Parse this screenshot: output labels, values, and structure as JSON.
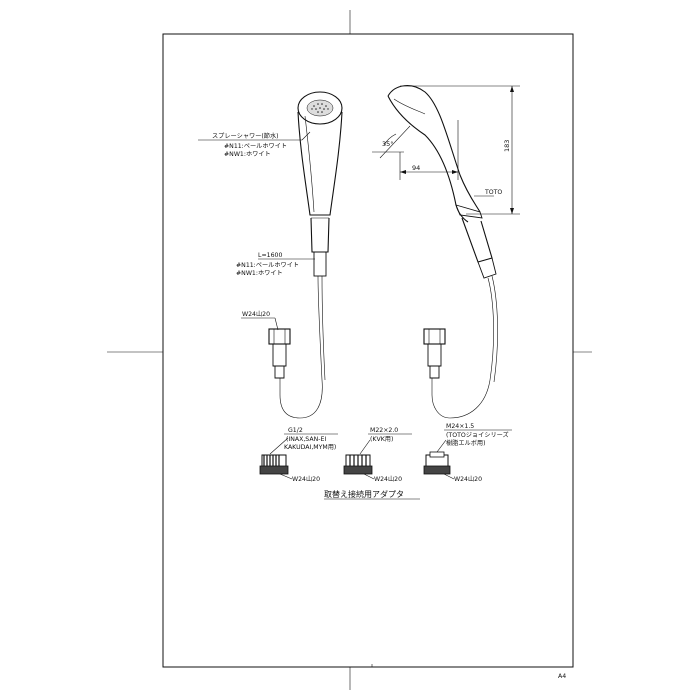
{
  "sheet": {
    "size_label": "A4"
  },
  "head_labels": {
    "name": "スプレーシャワー(節水)",
    "color1": "#N11:ペールホワイト",
    "color2": "#NW1:ホワイト"
  },
  "hose_labels": {
    "length": "L=1600",
    "color1": "#N11:ペールホワイト",
    "color2": "#NW1:ホワイト"
  },
  "side_view": {
    "angle": "35°",
    "width": "94",
    "height": "183",
    "brand": "TOTO"
  },
  "nut_label": "W24山20",
  "adapters": [
    {
      "thread": "G1/2",
      "fit_line1": "(INAX,SAN-EI",
      "fit_line2": "KAKUDAI,MYM用)",
      "nut": "W24山20"
    },
    {
      "thread": "M22×2.0",
      "fit_line1": "(KVK用)",
      "fit_line2": "",
      "nut": "W24山20"
    },
    {
      "thread": "M24×1.5",
      "fit_line1": "(TOTOジョイシリーズ",
      "fit_line2": "樹脂エルボ用)",
      "nut": "W24山20"
    }
  ],
  "adapter_caption": "取替え接続用アダプタ",
  "colors": {
    "line": "#111111",
    "background": "#ffffff"
  }
}
